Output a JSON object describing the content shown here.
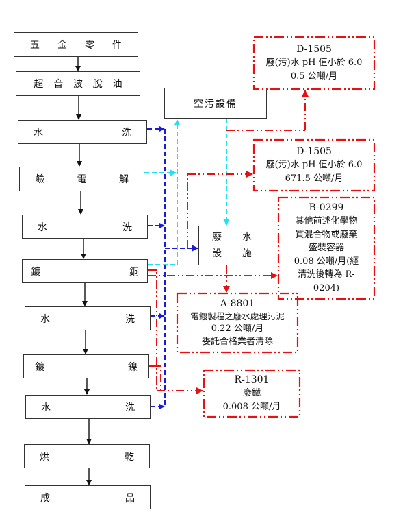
{
  "process_steps": [
    {
      "id": "hardware-parts",
      "chars": [
        "五",
        "金",
        "零",
        "件"
      ]
    },
    {
      "id": "ultrasonic-degreasing",
      "chars": [
        "超",
        "音",
        "波",
        "脫",
        "油"
      ]
    },
    {
      "id": "water-rinse-1",
      "chars": [
        "水",
        "洗"
      ]
    },
    {
      "id": "alkaline-electrolysis",
      "chars": [
        "鹼",
        "電",
        "解"
      ]
    },
    {
      "id": "water-rinse-2",
      "chars": [
        "水",
        "洗"
      ]
    },
    {
      "id": "copper-plating",
      "chars": [
        "鍍",
        "銅"
      ]
    },
    {
      "id": "water-rinse-3",
      "chars": [
        "水",
        "洗"
      ]
    },
    {
      "id": "nickel-plating",
      "chars": [
        "鍍",
        "鎳"
      ]
    },
    {
      "id": "water-rinse-4",
      "chars": [
        "水",
        "洗"
      ]
    },
    {
      "id": "drying",
      "chars": [
        "烘",
        "乾"
      ]
    },
    {
      "id": "finished-product",
      "chars": [
        "成",
        "品"
      ]
    }
  ],
  "facilities": {
    "air_pollution": "空污設備",
    "wastewater": {
      "line1": [
        "廢",
        "水"
      ],
      "line2": [
        "設",
        "施"
      ]
    }
  },
  "waste_boxes": [
    {
      "id": "d1505-a",
      "lines": [
        "D-1505",
        "廢(污)水 pH 值小於 6.0",
        "0.5 公噸/月"
      ]
    },
    {
      "id": "d1505-b",
      "lines": [
        "D-1505",
        "廢(污)水 pH 值小於 6.0",
        "671.5 公噸/月"
      ]
    },
    {
      "id": "b0299",
      "lines": [
        "B-0299",
        "其他前述化學物",
        "質混合物或廢棄",
        "盛裝容器",
        "0.08 公噸/月(經",
        "清洗後轉為 R-",
        "0204)"
      ]
    },
    {
      "id": "a8801",
      "lines": [
        "A-8801",
        "電鍍製程之廢水處理污泥",
        "0.22 公噸/月",
        "委託合格業者清除"
      ]
    },
    {
      "id": "r1301",
      "lines": [
        "R-1301",
        "廢鐵",
        "0.008 公噸/月"
      ]
    }
  ],
  "colors": {
    "process_line": "#111111",
    "water_rinse_flow": "#1a1adb",
    "air_flow": "#22e0f0",
    "waste_flow": "#e81010"
  }
}
